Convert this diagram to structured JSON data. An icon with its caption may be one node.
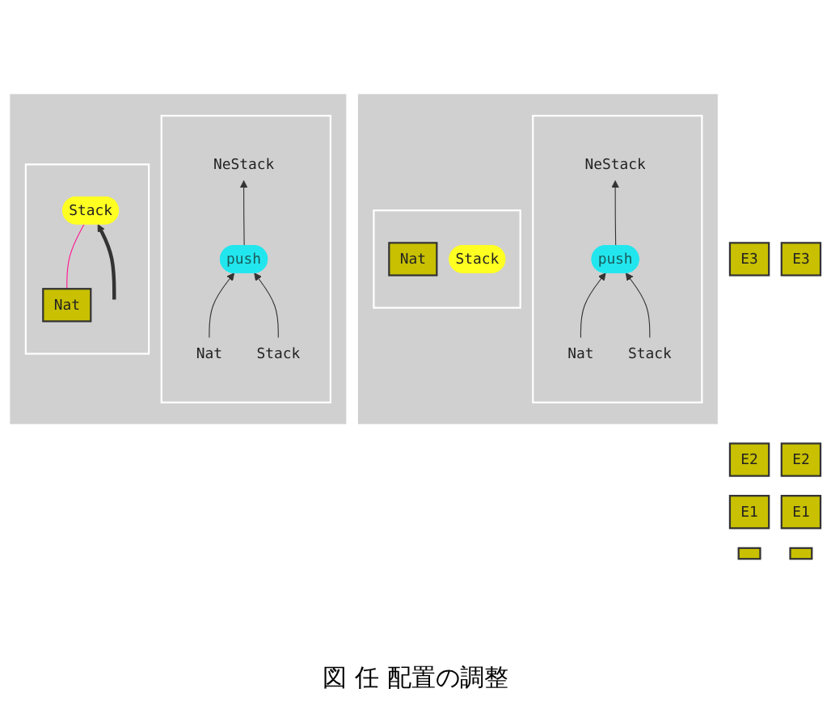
{
  "diagram": {
    "caption": "図 任 配置の調整",
    "nodes": [
      {
        "text": [
          "E3"
        ]
      },
      {
        "text": [
          "E2"
        ]
      },
      {
        "text": [
          "E1"
        ]
      },
      {
        "text": [],
        "shape": "box"
      },
      {
        "text": [],
        "shape": "box"
      },
      {
        "text": [],
        "shape": "box",
        "in": 4
      },
      {
        "text": [
          "NeStack"
        ],
        "in": 5
      },
      {
        "text": [
          "push"
        ],
        "in": 5
      },
      {
        "text": [
          "Nat"
        ],
        "in": 5
      },
      {
        "text": [
          "Stack"
        ],
        "in": 5
      },
      {
        "text": [],
        "shape": "box",
        "in": 4
      },
      {
        "text": [
          "Nat"
        ],
        "in": 10
      },
      {
        "text": [
          "Stack"
        ],
        "in": 10
      },
      {
        "text": [],
        "shape": "box"
      },
      {
        "text": [],
        "shape": "box",
        "in": 13
      },
      {
        "text": [
          "NeStack"
        ],
        "in": 14
      },
      {
        "text": [
          "push"
        ],
        "in": 14
      },
      {
        "text": [
          "Nat"
        ],
        "in": 14
      },
      {
        "text": [
          "Stack"
        ],
        "in": 14
      },
      {
        "text": [],
        "shape": "box",
        "in": 13
      },
      {
        "text": [
          "Nat"
        ],
        "in": 19
      },
      {
        "text": [
          "Stack"
        ],
        "in": 19
      },
      {
        "text": [
          "E3"
        ]
      },
      {
        "text": [
          "E2"
        ]
      },
      {
        "text": [
          "E1"
        ]
      },
      {
        "text": [],
        "shape": "box"
      }
    ],
    "edges": [
      {
        "from": 8,
        "to": 7,
        "arrow": "to"
      },
      {
        "from": 9,
        "to": 7,
        "arrow": "to"
      },
      {
        "from": 7,
        "to": 6,
        "arrow": "to"
      },
      {
        "from": 17,
        "to": 16,
        "arrow": "to"
      },
      {
        "from": 18,
        "to": 16,
        "arrow": "to"
      },
      {
        "from": 16,
        "to": 15,
        "arrow": "to"
      },
      {
        "from": 20,
        "to": 21,
        "arrow": "none",
        "color": "#ff1493"
      },
      {
        "from": null,
        "to": 21,
        "arrow": "to",
        "style": "thick"
      }
    ]
  }
}
